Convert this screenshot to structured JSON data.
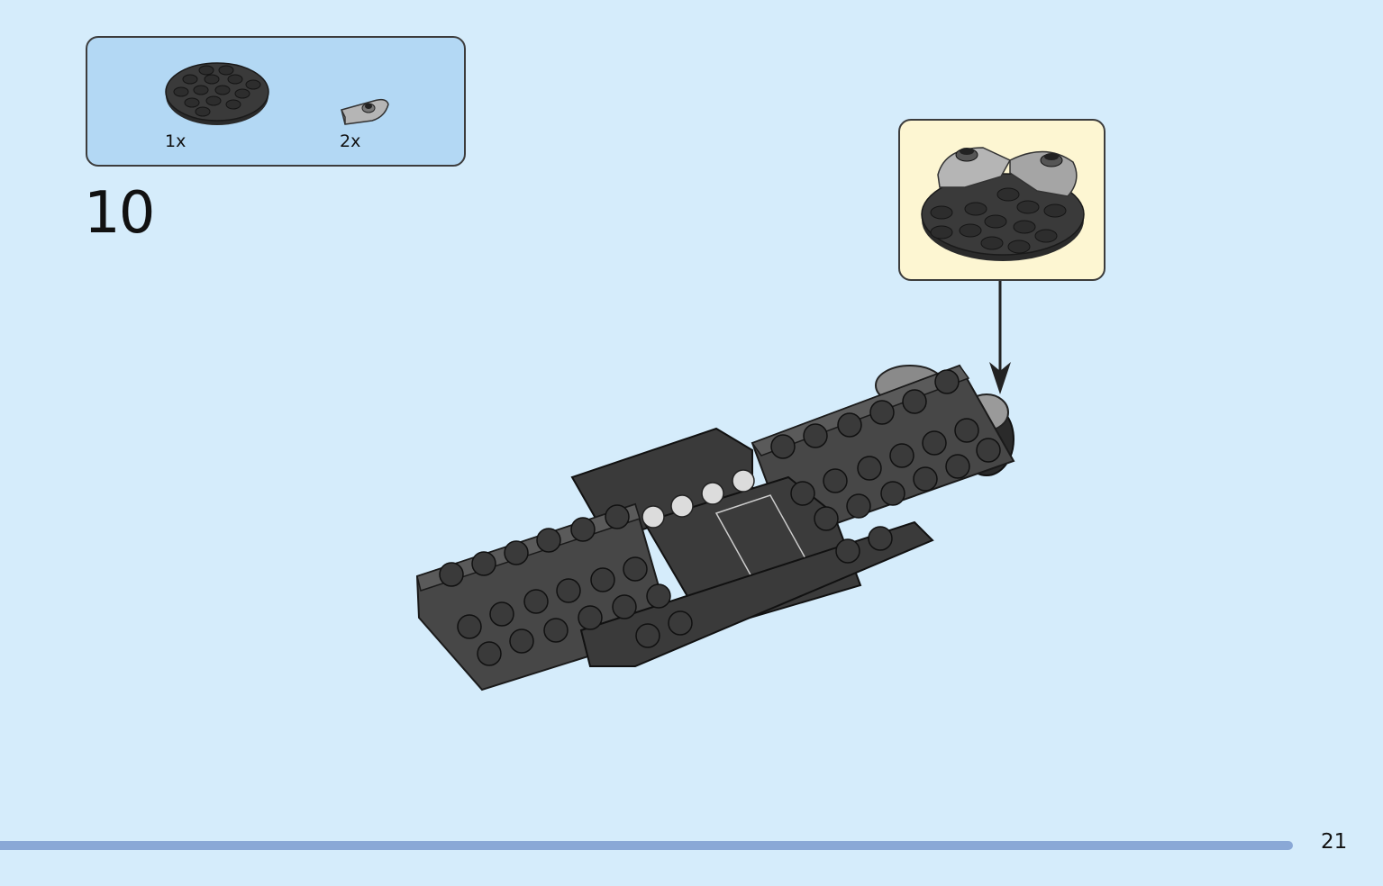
{
  "parts_list": {
    "items": [
      {
        "quantity": "1x",
        "icon": "round-plate-4x4-black-icon",
        "color": "#2f2f2f"
      },
      {
        "quantity": "2x",
        "icon": "curved-slope-gray-icon",
        "color": "#a8a8a8"
      }
    ]
  },
  "step": {
    "number": "10"
  },
  "page": {
    "number": "21"
  },
  "colors": {
    "background": "#d5ecfb",
    "parts_box": "#b3d8f4",
    "callout": "#fdf6d2",
    "progress": "#8aa8d6",
    "brick_dark": "#2f2f2f",
    "brick_gray": "#a8a8a8"
  }
}
